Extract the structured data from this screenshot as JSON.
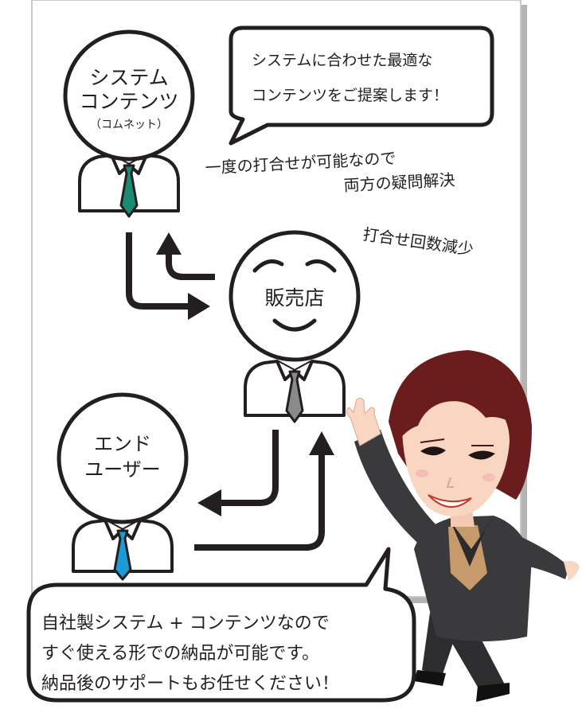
{
  "nodes": {
    "system_contents": {
      "line1": "システム",
      "line2": "コンテンツ",
      "line3": "（コムネット）",
      "tie_color": "#1a8a72"
    },
    "dealer": {
      "label": "販売店",
      "tie_color": "#8a8a8a"
    },
    "end_user": {
      "line1": "エンド",
      "line2": "ユーザー",
      "tie_color": "#1b9ad6"
    }
  },
  "top_bubble": {
    "line1": "システムに合わせた最適な",
    "line2": "コンテンツをご提案します！"
  },
  "notes": {
    "note1_line1": "一度の打合せが可能なので",
    "note1_line2": "両方の疑問解決",
    "note2": "打合せ回数減少"
  },
  "bottom_bubble": {
    "line1": "自社製システム + コンテンツなので",
    "line2": "すぐ使える形での納品が可能です。",
    "line3": "納品後のサポートもお任せください！"
  },
  "colors": {
    "frame_shadow": "#b3b3b3",
    "line": "#231f20",
    "hair": "#6b1d1d",
    "skin": "#f8d6c2",
    "suit": "#3a3a3d",
    "blouse": "#c79a6b"
  }
}
